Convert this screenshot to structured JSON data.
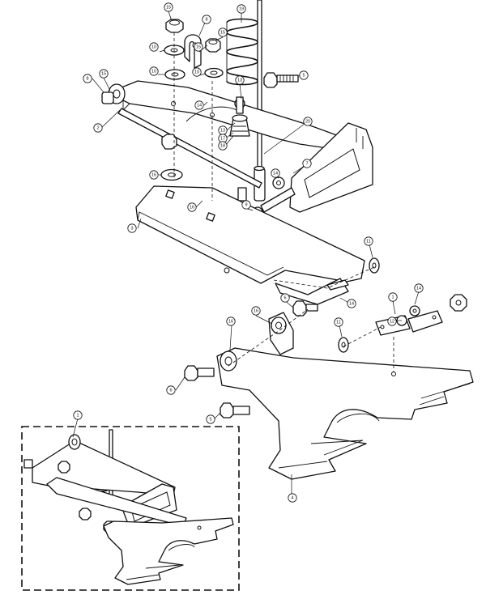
{
  "diagram": {
    "callouts": [
      {
        "id": "c01",
        "label": "15"
      },
      {
        "id": "c02",
        "label": "8"
      },
      {
        "id": "c03",
        "label": "19"
      },
      {
        "id": "c04",
        "label": "10"
      },
      {
        "id": "c05",
        "label": "15"
      },
      {
        "id": "c06",
        "label": "15"
      },
      {
        "id": "c07",
        "label": "10"
      },
      {
        "id": "c08",
        "label": "10"
      },
      {
        "id": "c09",
        "label": "5"
      },
      {
        "id": "c10",
        "label": "8"
      },
      {
        "id": "c11",
        "label": "15"
      },
      {
        "id": "c12",
        "label": "13"
      },
      {
        "id": "c13",
        "label": "14"
      },
      {
        "id": "c14",
        "label": "2"
      },
      {
        "id": "c15",
        "label": "20"
      },
      {
        "id": "c16",
        "label": "13"
      },
      {
        "id": "c17",
        "label": "17"
      },
      {
        "id": "c18",
        "label": "18"
      },
      {
        "id": "c19",
        "label": "7"
      },
      {
        "id": "c20",
        "label": "16"
      },
      {
        "id": "c21",
        "label": "14"
      },
      {
        "id": "c22",
        "label": "16"
      },
      {
        "id": "c23",
        "label": "9"
      },
      {
        "id": "c24",
        "label": "3"
      },
      {
        "id": "c25",
        "label": "11"
      },
      {
        "id": "c26",
        "label": "6"
      },
      {
        "id": "c27",
        "label": "14"
      },
      {
        "id": "c28",
        "label": "1"
      },
      {
        "id": "c29",
        "label": "12"
      },
      {
        "id": "c30",
        "label": "16"
      },
      {
        "id": "c31",
        "label": "16"
      },
      {
        "id": "c32",
        "label": "11"
      },
      {
        "id": "c33",
        "label": "14"
      },
      {
        "id": "c34",
        "label": "6"
      },
      {
        "id": "c35",
        "label": "5"
      },
      {
        "id": "c36",
        "label": "4"
      },
      {
        "id": "c37",
        "label": "1"
      }
    ]
  }
}
